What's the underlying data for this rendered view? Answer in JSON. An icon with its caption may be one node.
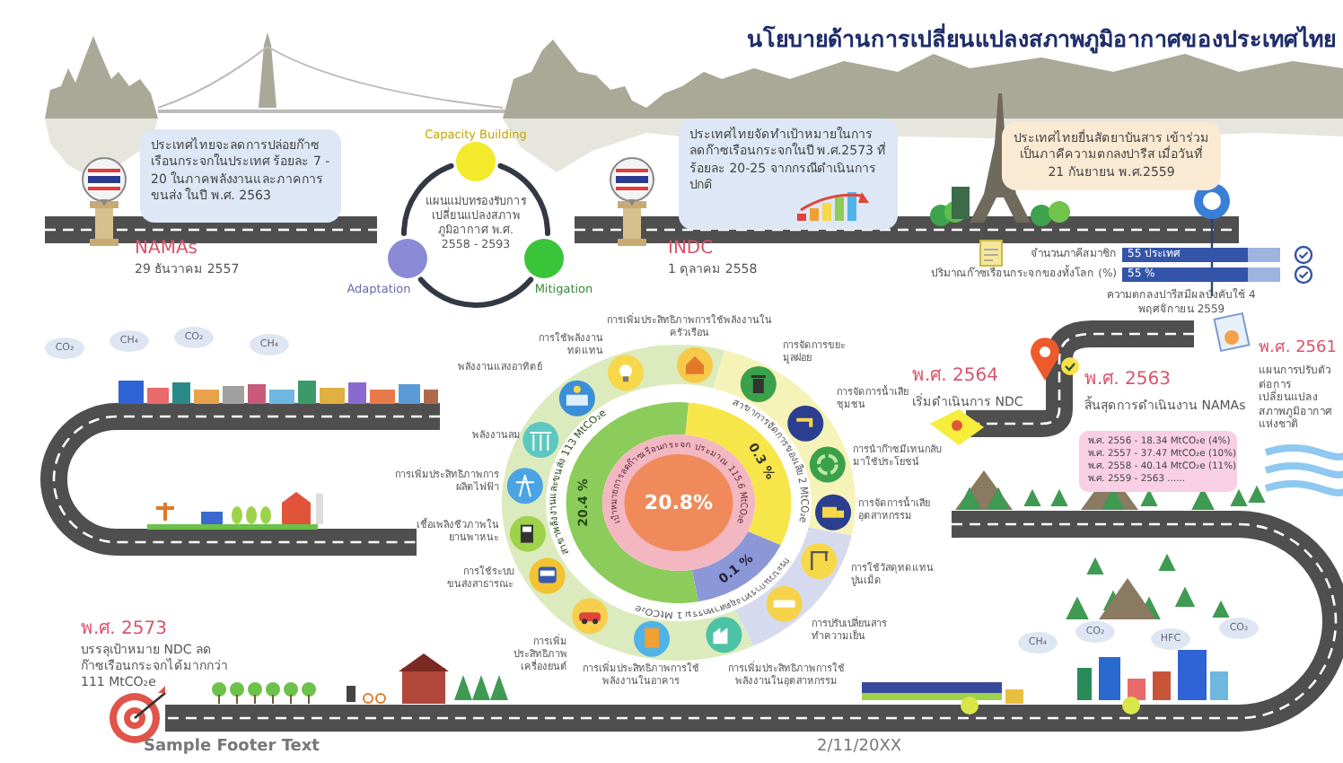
{
  "diagram": {
    "title": "นโยบายด้านการเปลี่ยนแปลงสภาพภูมิอากาศของประเทศไทย",
    "nodes": [
      {
        "text": [
          "ประเทศไทยจะลดการปล่อยก๊าซเรือนกระจกในประเทศ ร้อยละ 7 - 20 ในภาคพลังงานและภาคการขนส่ง ในปี พ.ศ. 2563"
        ]
      },
      {
        "text": [
          "Capacity Building"
        ]
      },
      {
        "text": [
          "Mitigation"
        ]
      },
      {
        "text": [
          "Adaptation"
        ]
      },
      {
        "text": [
          "ประเทศไทยจัดทำเป้าหมายในการลดก๊าซเรือนกระจกในปี พ.ศ.2573 ที่ร้อยละ 20-25 จากกรณีดำเนินการปกติ"
        ]
      },
      {
        "text": [
          "ประเทศไทยยื่นสัตยาบันสาร เข้าร่วมเป็นภาคีความตกลงปารีส เมื่อวันที่ 21 กันยายน พ.ศ.2559"
        ]
      },
      {
        "text": [
          "พ.ศ. 2556 - 18.34 MtCO₂e (4%)",
          "พ.ศ. 2557 - 37.47 MtCO₂e (10%)",
          "พ.ศ. 2558 - 40.14 MtCO₂e (11%)",
          "พ.ศ. 2559 - 2563 ......"
        ]
      }
    ],
    "edges": [
      {
        "from": 1,
        "to": 2,
        "arrow": "none"
      },
      {
        "from": 2,
        "to": 3,
        "arrow": "none"
      },
      {
        "from": 3,
        "to": 1,
        "arrow": "none"
      }
    ],
    "labels": [
      "NAMAs",
      "29 ธันวาคม 2557",
      "แผนแม่บทรองรับการเปลี่ยนแปลงสภาพภูมิอากาศ พ.ศ. 2558 - 2593",
      "INDC",
      "1 ตุลาคม 2558",
      "จำนวนภาคีสมาชิก",
      "55 ประเทศ",
      "ปริมาณก๊าซเรือนกระจกของทั้งโลก (%)",
      "55 %",
      "ความตกลงปารีสมีผลบังคับใช้ 4 พฤศจิกายน 2559",
      "พ.ศ. 2561",
      "แผนการปรับตัวต่อการเปลี่ยนแปลงสภาพภูมิอากาศแห่งชาติ",
      "พ.ศ. 2564",
      "เริ่มดำเนินการ NDC",
      "พ.ศ. 2563",
      "สิ้นสุดการดำเนินงาน NAMAs",
      "การเพิ่มประสิทธิภาพการใช้พลังงานในครัวเรือน",
      "การใช้พลังงานทดแทน",
      "พลังงานแสงอาทิตย์",
      "พลังงานลม",
      "การเพิ่มประสิทธิภาพการผลิตไฟฟ้า",
      "เชื้อเพลิงชีวภาพในยานพาหนะ",
      "การใช้ระบบขนส่งสาธารณะ",
      "การเพิ่มประสิทธิภาพเครื่องยนต์",
      "การเพิ่มประสิทธิภาพการใช้พลังงานในอาคาร",
      "การเพิ่มประสิทธิภาพการใช้พลังงานในอุตสาหกรรม",
      "การปรับเปลี่ยนสารทำความเย็น",
      "การใช้วัสดุทดแทนปูนเม็ด",
      "การจัดการน้ำเสียอุตสาหกรรม",
      "การนำก๊าซมีเทนกลับมาใช้ประโยชน์",
      "การจัดการน้ำเสียชุมชน",
      "การจัดการขยะมูลฝอย",
      "20.8%",
      "20.4 %",
      "0.3 %",
      "0.1 %",
      "สาขาพลังงานและขนส่ง 113 MtCO₂e",
      "สาขาการจัดการของเสีย 2 MtCO₂e",
      "กระบวนการทางอุตสาหกรรม 1 MtCO₂e",
      "เป้าหมายการลดก๊าซเรือนกระจก ประมาณ 115.6 MtCO₂e",
      "พ.ศ. 2573",
      "บรรลุเป้าหมาย NDC ลดก๊าซเรือนกระจกได้มากกว่า 111 MtCO₂e",
      "CO₂",
      "CH₄",
      "CO₂",
      "CH₄",
      "CH₄",
      "CO₂",
      "HFC",
      "CO₂",
      "Sample Footer Text",
      "2/11/20XX"
    ]
  }
}
